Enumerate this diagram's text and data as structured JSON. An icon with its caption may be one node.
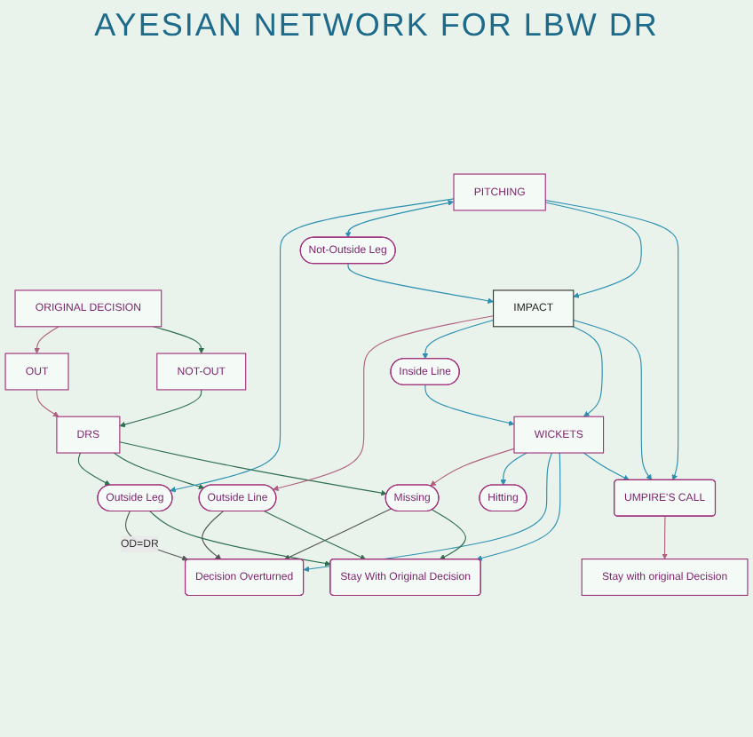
{
  "diagram": {
    "title": "AYESIAN NETWORK FOR LBW DR",
    "nodes": [
      {
        "text": [
          "ORIGINAL DECISION"
        ]
      },
      {
        "text": [
          "OUT"
        ]
      },
      {
        "text": [
          "NOT-OUT"
        ]
      },
      {
        "text": [
          "DRS"
        ]
      },
      {
        "text": [
          "UMPIRE'S CALL"
        ]
      },
      {
        "text": [
          "Stay with original Decision"
        ]
      },
      {
        "text": [
          "Outside Leg"
        ]
      },
      {
        "text": [
          "PITCHING"
        ]
      },
      {
        "text": [
          "Not-Outside Leg"
        ]
      },
      {
        "text": [
          "Outside Line"
        ]
      },
      {
        "text": [
          "IMPACT"
        ]
      },
      {
        "text": [
          "Inside Line"
        ]
      },
      {
        "text": [
          "Missing"
        ]
      },
      {
        "text": [
          "WICKETS"
        ]
      },
      {
        "text": [
          "Hitting"
        ]
      },
      {
        "text": [
          "Decision Overturned"
        ]
      },
      {
        "text": [
          "Stay With Original Decision"
        ]
      }
    ],
    "edges": [
      {
        "from": 0,
        "to": 1,
        "arrow": "to",
        "color": "#b0607f"
      },
      {
        "from": 0,
        "to": 2,
        "arrow": "to",
        "color": "#2e6f4f"
      },
      {
        "from": 1,
        "to": 3,
        "arrow": "to",
        "color": "#b0607f"
      },
      {
        "from": 2,
        "to": 3,
        "arrow": "to",
        "color": "#2e6f4f"
      },
      {
        "from": 3,
        "to": 6,
        "arrow": "to",
        "color": "#2e6f4f"
      },
      {
        "from": 3,
        "to": 9,
        "arrow": "to",
        "color": "#2e6f4f"
      },
      {
        "from": 3,
        "to": 12,
        "arrow": "to",
        "color": "#2e6f4f"
      },
      {
        "from": 7,
        "to": 6,
        "arrow": "to"
      },
      {
        "from": 7,
        "to": 8,
        "arrow": "both"
      },
      {
        "from": 7,
        "to": 10,
        "arrow": "to"
      },
      {
        "from": 8,
        "to": 10,
        "arrow": "to"
      },
      {
        "from": 10,
        "to": 9,
        "arrow": "to",
        "color": "#b0607f"
      },
      {
        "from": 10,
        "to": 11,
        "arrow": "to"
      },
      {
        "from": 10,
        "to": 13,
        "arrow": "to"
      },
      {
        "from": 11,
        "to": 13,
        "arrow": "to"
      },
      {
        "from": 13,
        "to": 12,
        "arrow": "to",
        "color": "#b0607f"
      },
      {
        "from": 13,
        "to": 14,
        "arrow": "to"
      },
      {
        "from": 13,
        "to": 15,
        "arrow": "to"
      },
      {
        "from": 13,
        "to": 16,
        "arrow": "to"
      },
      {
        "from": 7,
        "to": 4,
        "arrow": "to"
      },
      {
        "from": 10,
        "to": 4,
        "arrow": "to"
      },
      {
        "from": 13,
        "to": 4,
        "arrow": "to"
      },
      {
        "from": 4,
        "to": 5,
        "arrow": "to",
        "color": "#b0607f"
      },
      {
        "from": 6,
        "to": 15,
        "arrow": "to",
        "color": "#555555",
        "label": "OD=DR"
      },
      {
        "from": 9,
        "to": 15,
        "arrow": "to",
        "color": "#555555"
      },
      {
        "from": 12,
        "to": 15,
        "arrow": "to",
        "color": "#555555"
      },
      {
        "from": 6,
        "to": 16,
        "arrow": "to",
        "color": "#2e6f4f"
      },
      {
        "from": 9,
        "to": 16,
        "arrow": "to",
        "color": "#2e6f4f"
      },
      {
        "from": 12,
        "to": 16,
        "arrow": "to",
        "color": "#2e6f4f"
      }
    ]
  }
}
